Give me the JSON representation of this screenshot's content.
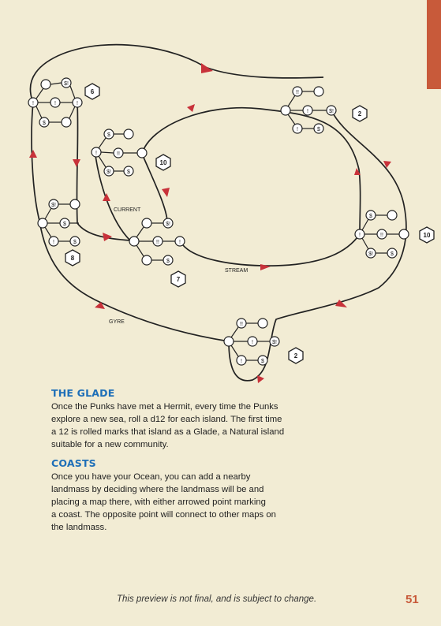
{
  "map": {
    "labels": {
      "current": "CURRENT",
      "stream": "STREAM",
      "gyre": "GYRE"
    },
    "node_symbols": {
      "shop": "$",
      "danger": "!",
      "double": "!!",
      "shop_danger": "$!"
    },
    "dice": [
      "6",
      "10",
      "2",
      "10",
      "8",
      "7",
      "2"
    ],
    "colors": {
      "arrow": "#c8323a",
      "line": "#222222",
      "paper": "#f2ecd4",
      "accent": "#c85a3a",
      "heading": "#1e6fb8"
    }
  },
  "sections": [
    {
      "heading": "THE GLADE",
      "lines": [
        "Once the Punks have met a Hermit, every time the Punks",
        "explore a new sea, roll a d12 for each island. The first time",
        "a 12 is rolled marks that island as a Glade, a Natural island",
        "suitable for a new community."
      ]
    },
    {
      "heading": "COASTS",
      "lines": [
        "Once you have your Ocean, you can add a nearby",
        "landmass by deciding where the landmass will be and",
        "placing a map there, with either arrowed point marking",
        "a coast. The opposite point will connect to other maps on",
        "the landmass."
      ]
    }
  ],
  "footer": {
    "disclaimer": "This preview is not final, and is subject to change.",
    "page_number": "51"
  }
}
